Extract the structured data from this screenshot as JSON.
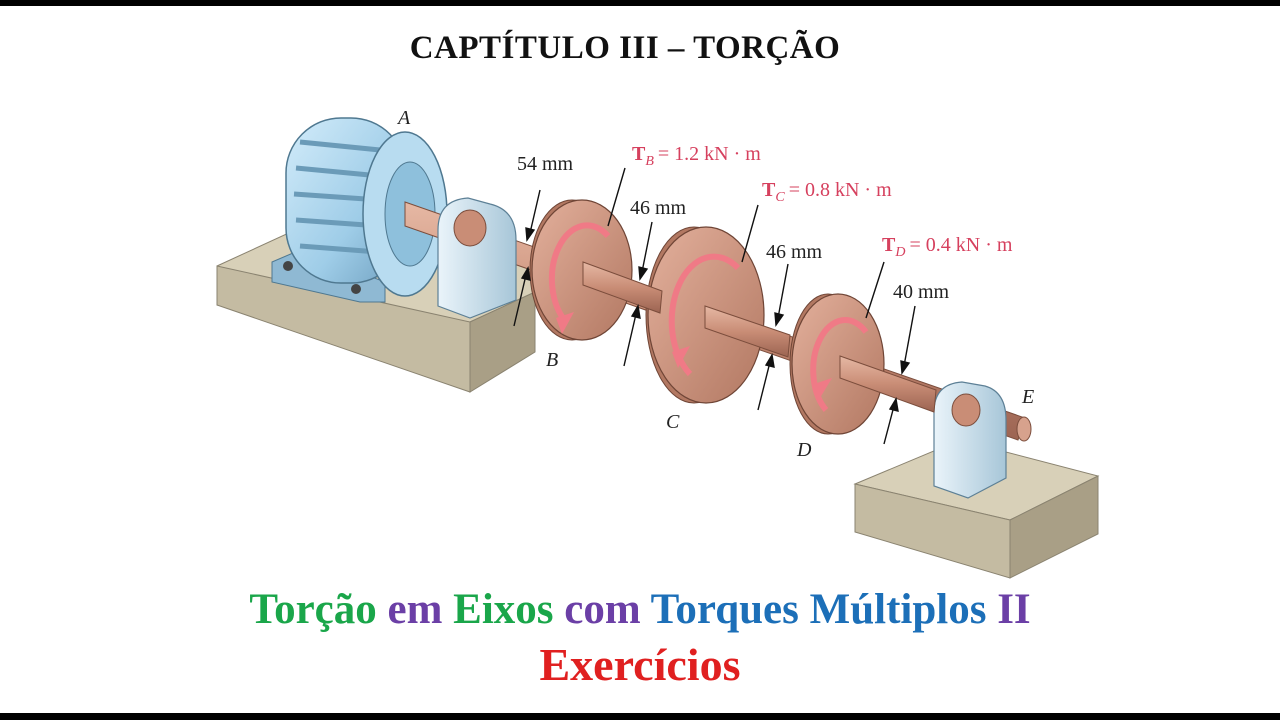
{
  "header": {
    "chapter": "CAPTÍTULO III – TORÇÃO"
  },
  "diagram": {
    "points": {
      "A": "A",
      "B": "B",
      "C": "C",
      "D": "D",
      "E": "E"
    },
    "diameters": {
      "d1": "54 mm",
      "d2": "46 mm",
      "d3": "46 mm",
      "d4": "40 mm"
    },
    "torques": {
      "TB": {
        "sym": "T",
        "sub": "B",
        "value": "= 1.2 kN · m"
      },
      "TC": {
        "sym": "T",
        "sub": "C",
        "value": "= 0.8 kN · m"
      },
      "TD": {
        "sym": "T",
        "sub": "D",
        "value": "= 0.4 kN · m"
      }
    },
    "colors": {
      "torque": "#d6405e",
      "shaft": "#c98d76",
      "motor": "#9fcde8",
      "base": "#d8d0b8"
    }
  },
  "footer": {
    "title_parts": [
      {
        "text": "Torção",
        "color": "#1aa64a"
      },
      {
        "text": "em",
        "color": "#6b3fa6"
      },
      {
        "text": "Eixos",
        "color": "#1aa64a"
      },
      {
        "text": "com",
        "color": "#6b3fa6"
      },
      {
        "text": "Torques",
        "color": "#1c6fb8"
      },
      {
        "text": "Múltiplos",
        "color": "#1c6fb8"
      },
      {
        "text": "II",
        "color": "#6b3fa6"
      }
    ],
    "subtitle": "Exercícios",
    "subtitle_color": "#e02020"
  }
}
